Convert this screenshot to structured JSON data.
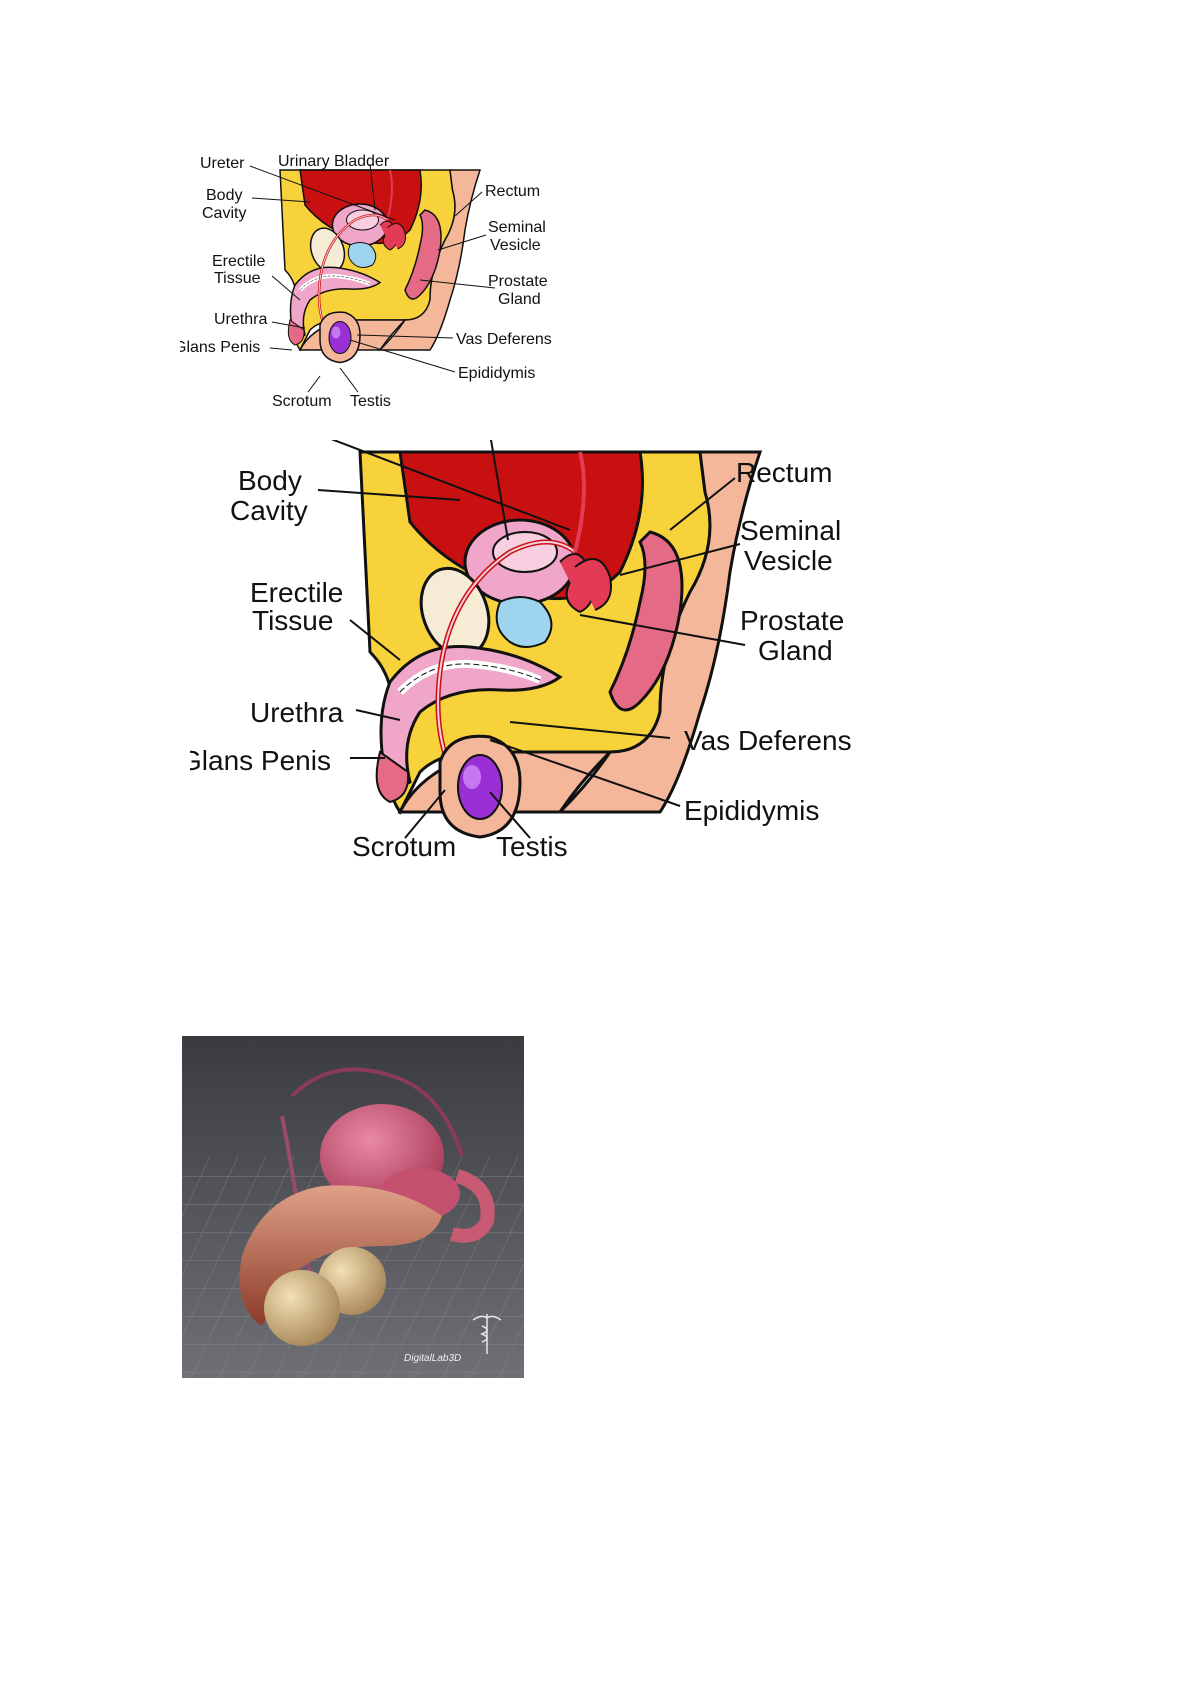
{
  "diagram": {
    "labels": {
      "ureter": "Ureter",
      "urinary_bladder": "Urinary Bladder",
      "body_cavity": [
        "Body",
        "Cavity"
      ],
      "rectum": "Rectum",
      "seminal_vesicle": [
        "Seminal",
        "Vesicle"
      ],
      "erectile_tissue": [
        "Erectile",
        "Tissue"
      ],
      "prostate_gland": [
        "Prostate",
        "Gland"
      ],
      "urethra": "Urethra",
      "glans_penis": "Glans Penis",
      "vas_deferens": "Vas Deferens",
      "epididymis": "Epididymis",
      "scrotum": "Scrotum",
      "testis": "Testis"
    }
  },
  "render": {
    "watermark": "DigitalLab3D"
  },
  "colors": {
    "body_cavity_fill": "#f7d23a",
    "skin": "#f4b79a",
    "bladder_red": "#c81010",
    "organ_pink": "#f0a6c8",
    "prostate_blue": "#9fd4ee",
    "testis_purple": "#9b2fd6",
    "render_bg": "#55565c"
  }
}
